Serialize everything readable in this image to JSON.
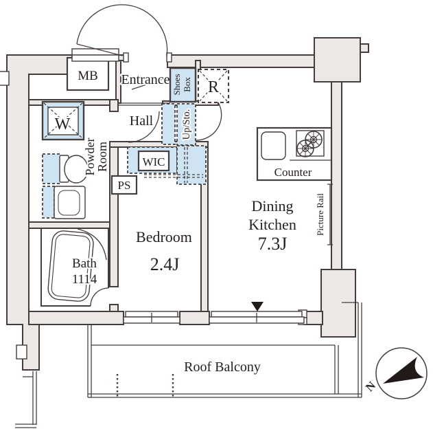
{
  "floorplan": {
    "rooms": {
      "entrance": "Entrance",
      "hall": "Hall",
      "powder_room_line1": "Powder",
      "powder_room_line2": "Room",
      "bath_line1": "Bath",
      "bath_line2": "1114",
      "bedroom_line1": "Bedroom",
      "bedroom_line2": "2.4J",
      "dining_kitchen_line1": "Dining",
      "dining_kitchen_line2": "Kitchen",
      "dining_kitchen_line3": "7.3J",
      "wic": "WIC",
      "roof_balcony": "Roof Balcony"
    },
    "fixtures": {
      "meter_box": "MB",
      "shoes_box_line1": "Shoes",
      "shoes_box_line2": "Box",
      "refrigerator_space": "R",
      "washer": "W",
      "upper_storage": "Up/Sto.",
      "pipe_space": "PS",
      "counter": "Counter",
      "picture_rail": "Picture Rail"
    },
    "compass": {
      "north_label": "N"
    },
    "colors": {
      "wall_fill": "#ebe8e6",
      "fixture_blue": "#cfe4f2",
      "line_dark": "#453c3c",
      "text_dark": "#272020",
      "needle_black": "#211a18"
    }
  }
}
